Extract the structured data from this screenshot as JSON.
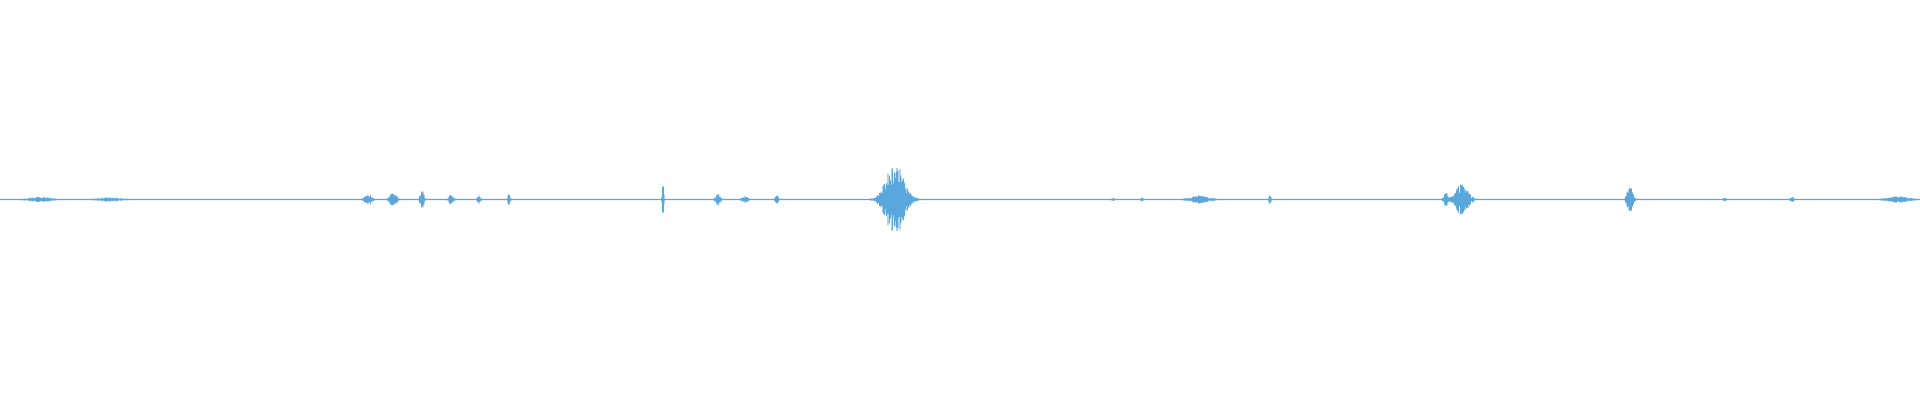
{
  "waveform": {
    "color": "#5aa7de",
    "background": "#ffffff",
    "baseline_level": 0,
    "amplitude_range": [
      -1,
      1
    ],
    "timeline_range": [
      0,
      1920
    ],
    "bursts": [
      {
        "t": 40,
        "width": 40,
        "amp": 0.012
      },
      {
        "t": 110,
        "width": 40,
        "amp": 0.01
      },
      {
        "t": 368,
        "width": 12,
        "amp": 0.03
      },
      {
        "t": 393,
        "width": 12,
        "amp": 0.035
      },
      {
        "t": 422,
        "width": 6,
        "amp": 0.06
      },
      {
        "t": 451,
        "width": 8,
        "amp": 0.025
      },
      {
        "t": 479,
        "width": 6,
        "amp": 0.02
      },
      {
        "t": 509,
        "width": 4,
        "amp": 0.035
      },
      {
        "t": 663,
        "width": 3,
        "amp": 0.08
      },
      {
        "t": 718,
        "width": 8,
        "amp": 0.03
      },
      {
        "t": 745,
        "width": 10,
        "amp": 0.018
      },
      {
        "t": 777,
        "width": 6,
        "amp": 0.02
      },
      {
        "t": 895,
        "width": 34,
        "amp": 0.18
      },
      {
        "t": 1113,
        "width": 4,
        "amp": 0.008
      },
      {
        "t": 1142,
        "width": 5,
        "amp": 0.008
      },
      {
        "t": 1200,
        "width": 34,
        "amp": 0.02
      },
      {
        "t": 1270,
        "width": 3,
        "amp": 0.03
      },
      {
        "t": 1446,
        "width": 8,
        "amp": 0.03
      },
      {
        "t": 1462,
        "width": 22,
        "amp": 0.085
      },
      {
        "t": 1630,
        "width": 10,
        "amp": 0.07
      },
      {
        "t": 1725,
        "width": 4,
        "amp": 0.01
      },
      {
        "t": 1792,
        "width": 6,
        "amp": 0.012
      },
      {
        "t": 1898,
        "width": 40,
        "amp": 0.015
      }
    ]
  }
}
